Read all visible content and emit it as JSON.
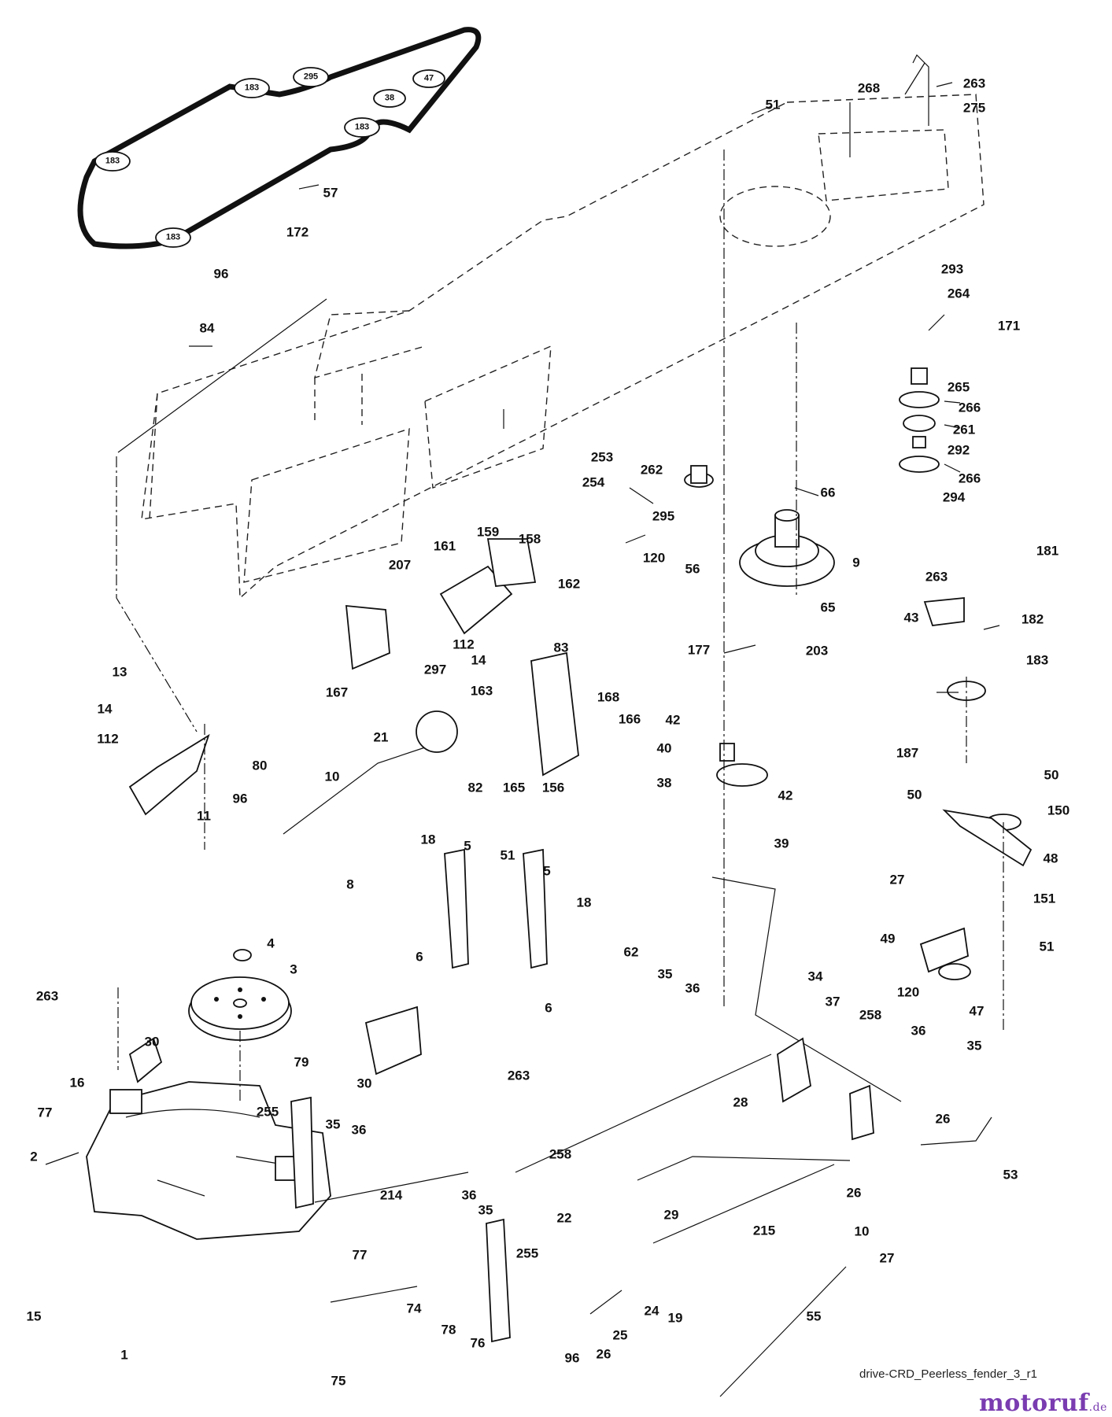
{
  "diagram": {
    "callouts": [
      "268",
      "263",
      "275",
      "51",
      "57",
      "295",
      "47",
      "38",
      "183",
      "183",
      "183",
      "183",
      "172",
      "96",
      "84",
      "293",
      "264",
      "171",
      "265",
      "266",
      "261",
      "292",
      "266",
      "294",
      "253",
      "254",
      "262",
      "66",
      "159",
      "158",
      "161",
      "207",
      "295",
      "120",
      "56",
      "9",
      "263",
      "181",
      "162",
      "65",
      "43",
      "182",
      "112",
      "14",
      "163",
      "83",
      "297",
      "167",
      "203",
      "177",
      "183",
      "13",
      "14",
      "112",
      "80",
      "96",
      "11",
      "42",
      "40",
      "38",
      "42",
      "39",
      "187",
      "168",
      "166",
      "21",
      "82",
      "165",
      "156",
      "10",
      "8",
      "18",
      "5",
      "51",
      "5",
      "18",
      "6",
      "6",
      "62",
      "35",
      "36",
      "34",
      "50",
      "50",
      "150",
      "48",
      "27",
      "151",
      "49",
      "51",
      "120",
      "47",
      "4",
      "3",
      "263",
      "30",
      "16",
      "77",
      "2",
      "79",
      "30",
      "263",
      "37",
      "258",
      "36",
      "35",
      "28",
      "255",
      "35",
      "36",
      "214",
      "36",
      "35",
      "255",
      "258",
      "22",
      "29",
      "26",
      "53",
      "26",
      "10",
      "27",
      "215",
      "55",
      "24",
      "19",
      "25",
      "26",
      "96",
      "77",
      "74",
      "78",
      "76",
      "75",
      "15",
      "1"
    ],
    "caption": "drive-CRD_Peerless_fender_3_r1",
    "watermark": "motoruf",
    "watermark_suffix": ".de"
  }
}
